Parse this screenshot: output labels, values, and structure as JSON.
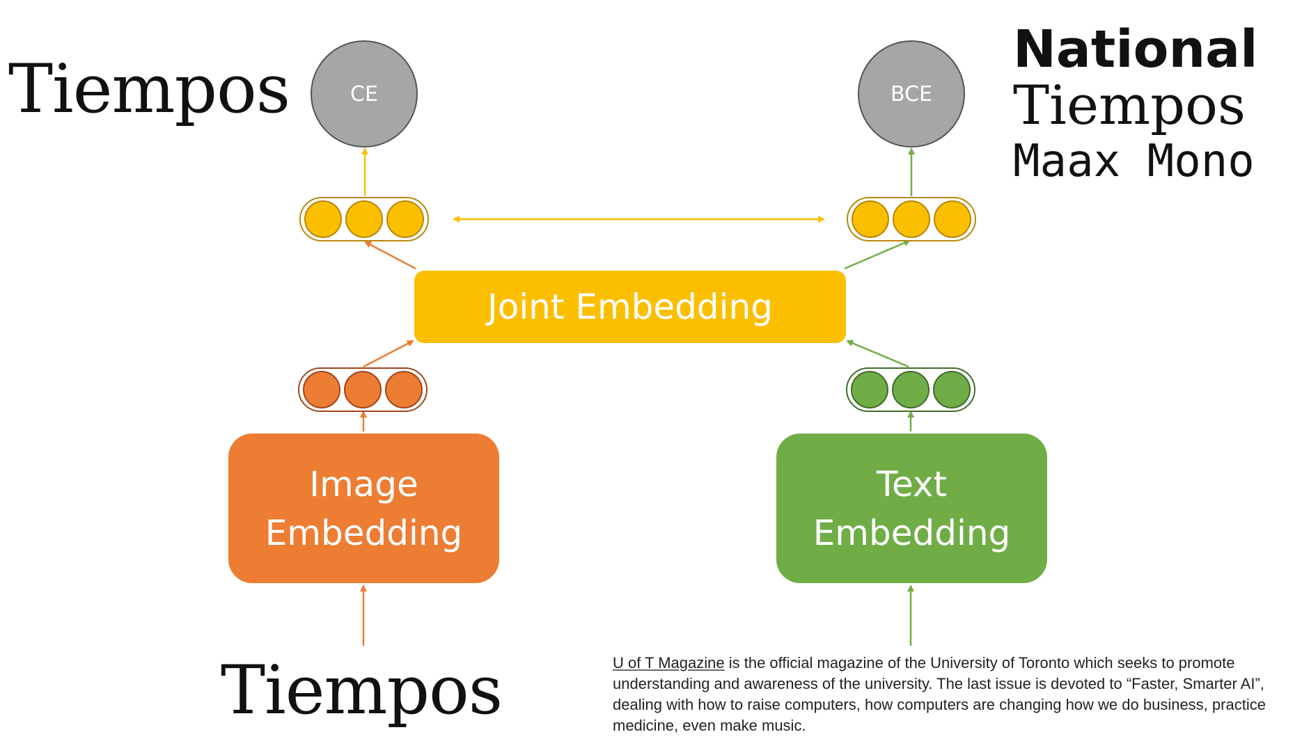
{
  "diagram": {
    "joint_embedding": "Joint Embedding",
    "image_embedding": [
      "Image",
      "Embedding"
    ],
    "text_embedding": [
      "Text",
      "Embedding"
    ],
    "loss_left": "CE",
    "loss_right": "BCE"
  },
  "font_samples": {
    "tiempos_top": "Tiempos",
    "tiempos_bottom": "Tiempos",
    "stack": [
      "National",
      "Tiempos",
      "Maax Mono"
    ]
  },
  "caption": {
    "magazine_name": "U of T Magazine",
    "body": " is the official magazine of the University of Toronto which seeks to promote understanding and awareness of the university. The last issue is devoted to “Faster, Smarter AI”, dealing with how to raise computers, how computers are changing how we do business, practice medicine, even make music."
  },
  "colors": {
    "yellow": "#fbbf00",
    "orange": "#ec7d33",
    "green": "#70ad47",
    "gray": "#a6a6a6"
  }
}
